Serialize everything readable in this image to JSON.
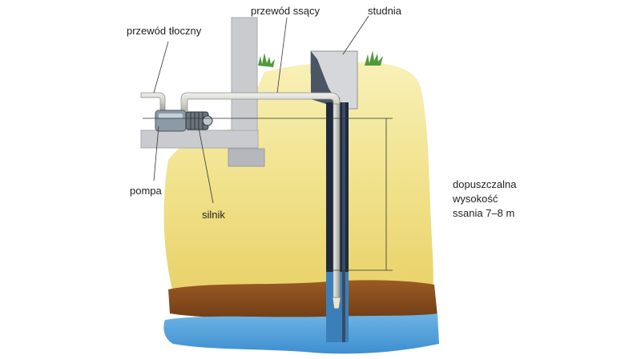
{
  "labels": {
    "discharge_pipe": "przewód tłoczny",
    "suction_pipe": "przewód ssący",
    "well": "studnia",
    "pump": "pompa",
    "motor": "silnik",
    "suction_height_line1": "dopuszczalna",
    "suction_height_line2": "wysokość",
    "suction_height_line3": "ssania 7–8 m"
  },
  "colors": {
    "soil_yellow": "#f1e38e",
    "soil_yellow_light": "#f7eeb4",
    "clay_brown": "#8a4e1e",
    "water_blue": "#5aa6dc",
    "wall_grey": "#c9cbcf",
    "well_casing": "#1e2a3c",
    "pipe": "#d8d8d4",
    "grass": "#4f9a3a"
  }
}
